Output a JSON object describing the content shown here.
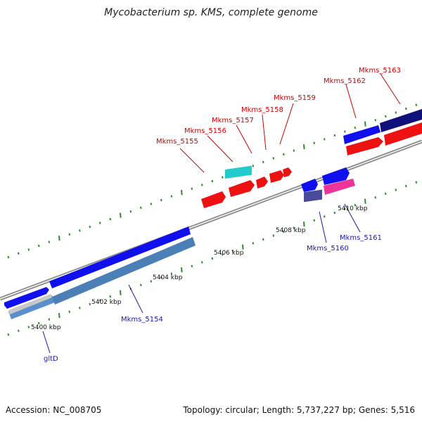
{
  "title": "Mycobacterium sp. KMS, complete genome",
  "footer": {
    "accession": "Accession: NC_008705",
    "summary": "Topology: circular; Length: 5,737,227 bp; Genes: 5,516"
  },
  "colors": {
    "background": "#ffffff",
    "backbone": "#8a8a8a",
    "tick": "#2e8b2e",
    "cds_forward": "#1010ee",
    "cds_reverse": "#ee1111",
    "forward_label": "#1a1aaa",
    "reverse_label": "#cc0000"
  },
  "scale": {
    "tick_labels": [
      "5400 kbp",
      "5402 kbp",
      "5404 kbp",
      "5406 kbp",
      "5408 kbp",
      "5410 kbp"
    ]
  },
  "genes": [
    {
      "label": "gltD",
      "color": "#1a1aaa"
    },
    {
      "label": "Mkms_5154",
      "color": "#1a1aaa"
    },
    {
      "label": "Mkms_5155",
      "color": "#cc0000"
    },
    {
      "label": "Mkms_5156",
      "color": "#cc0000"
    },
    {
      "label": "Mkms_5157",
      "color": "#cc0000"
    },
    {
      "label": "Mkms_5158",
      "color": "#cc0000"
    },
    {
      "label": "Mkms_5159",
      "color": "#cc0000"
    },
    {
      "label": "Mkms_5160",
      "color": "#1a1aaa"
    },
    {
      "label": "Mkms_5161",
      "color": "#1a1aaa"
    },
    {
      "label": "Mkms_5162",
      "color": "#cc0000"
    },
    {
      "label": "Mkms_5163",
      "color": "#cc0000"
    }
  ]
}
